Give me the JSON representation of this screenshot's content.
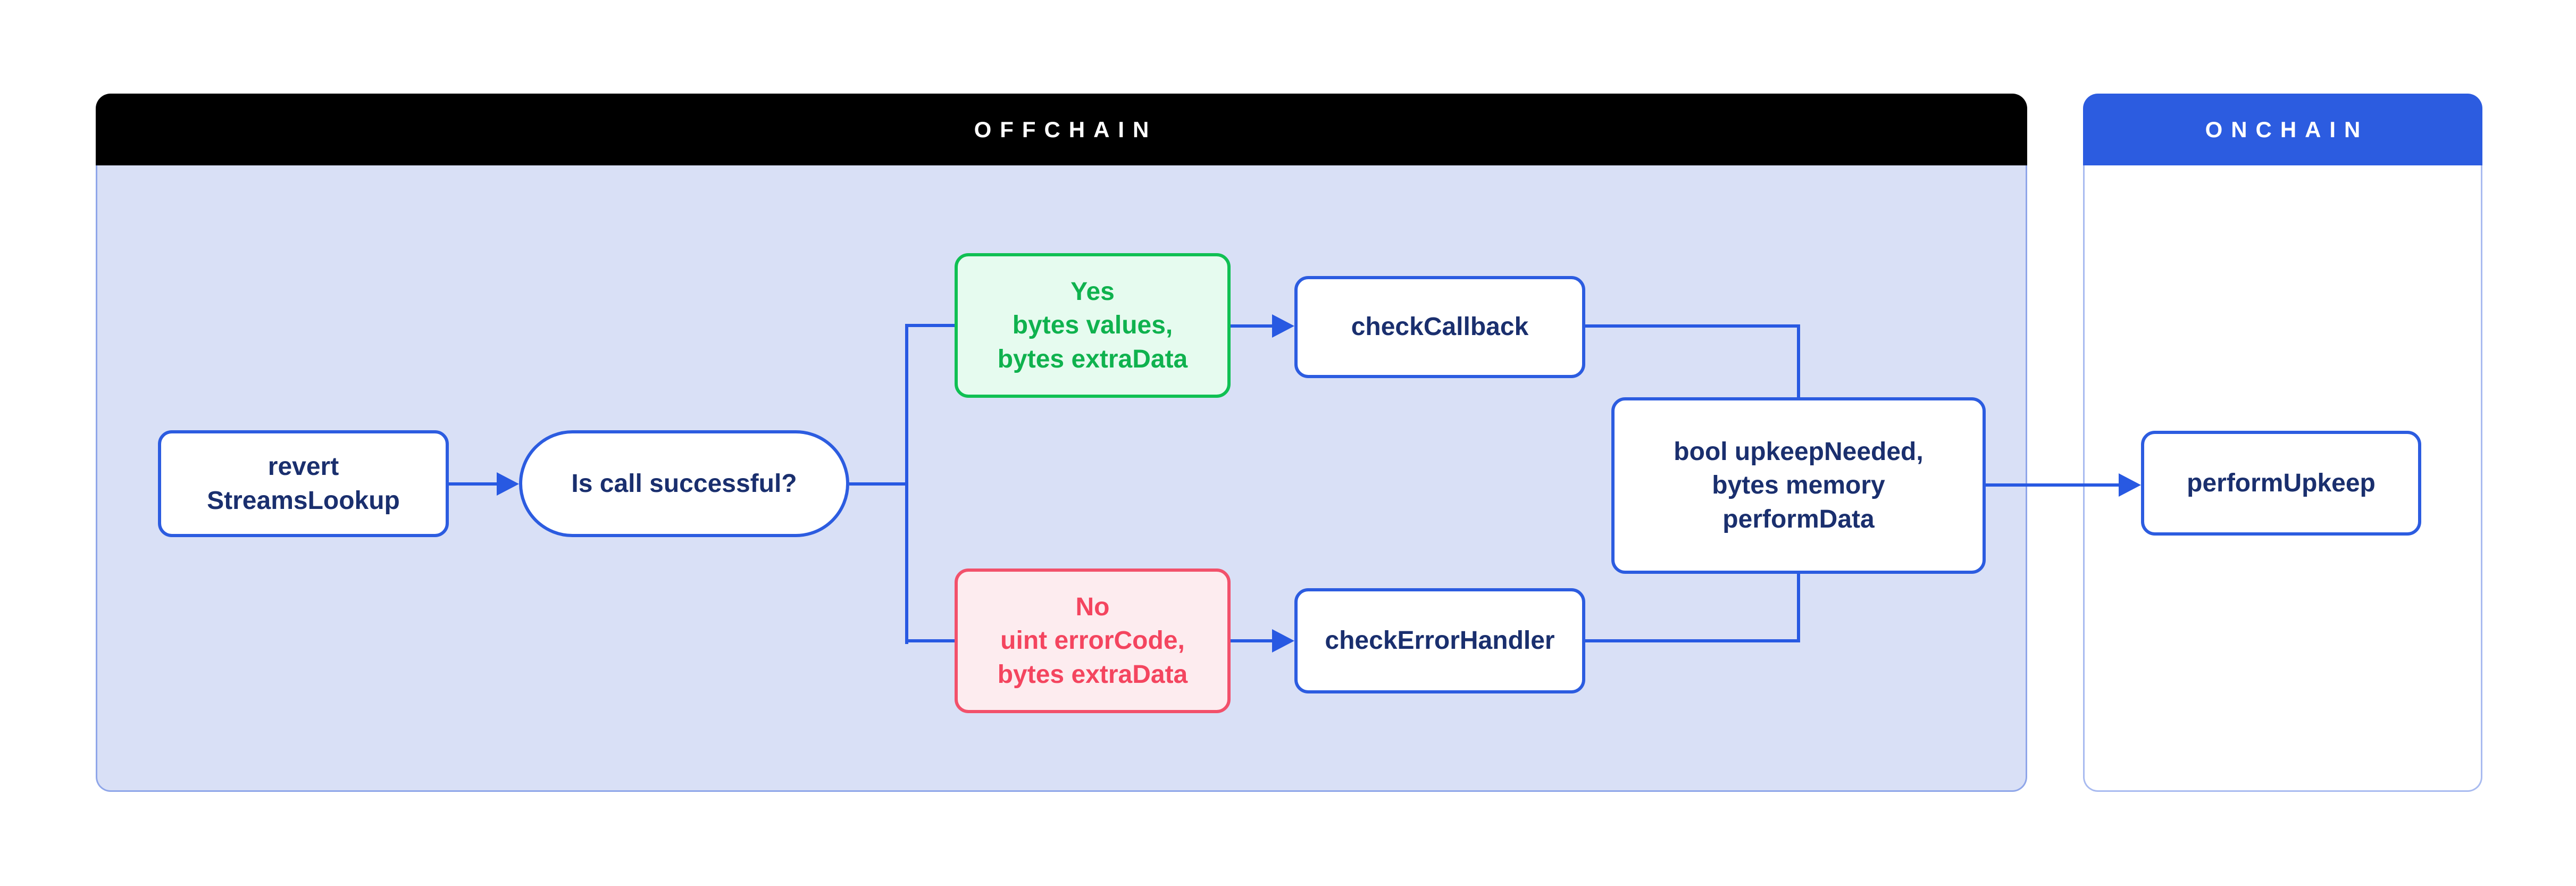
{
  "panels": {
    "offchain": {
      "label": "OFFCHAIN"
    },
    "onchain": {
      "label": "ONCHAIN"
    }
  },
  "nodes": {
    "revert_streams_lookup": {
      "lines": [
        "revert",
        "StreamsLookup"
      ]
    },
    "is_call_successful": {
      "lines": [
        "Is call successful?"
      ]
    },
    "yes_branch": {
      "lines": [
        "Yes",
        "bytes values,",
        "bytes extraData"
      ]
    },
    "check_callback": {
      "lines": [
        "checkCallback"
      ]
    },
    "no_branch": {
      "lines": [
        "No",
        "uint errorCode,",
        "bytes extraData"
      ]
    },
    "check_error_handler": {
      "lines": [
        "checkErrorHandler"
      ]
    },
    "check_upkeep_result": {
      "lines": [
        "bool upkeepNeeded,",
        "bytes memory",
        "performData"
      ]
    },
    "perform_upkeep": {
      "lines": [
        "performUpkeep"
      ]
    }
  },
  "colors": {
    "offchain_header_bg": "#000000",
    "offchain_body_bg": "#d9e0f6",
    "offchain_border": "#8fa6e9",
    "onchain_header_bg": "#2c5ce0",
    "onchain_body_bg": "#ffffff",
    "onchain_border": "#a9bbf0",
    "connector_blue": "#2859e2",
    "node_border_blue": "#2c5ce0",
    "node_text_navy": "#1a2f6e",
    "yes_border_green": "#10c053",
    "yes_fill_green": "#e6fbef",
    "yes_text_green": "#0fb24e",
    "no_border_red": "#f2516b",
    "no_fill_red": "#fdecef",
    "no_text_red": "#f4455f",
    "header_text": "#ffffff"
  }
}
